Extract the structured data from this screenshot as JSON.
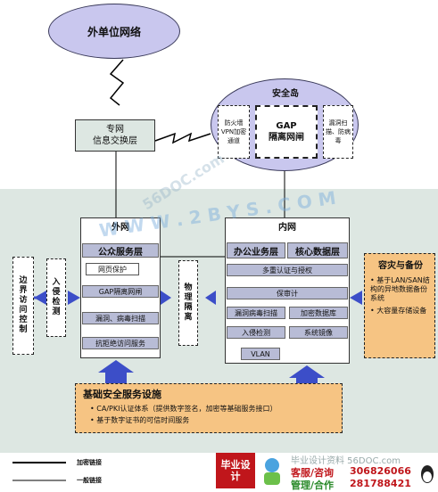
{
  "external_network": "外单位网络",
  "exchange_layer": "专网\n信息交换层",
  "security_island": {
    "title": "安全岛",
    "left": "防火墙VPN加密通道",
    "center": "GAP\n隔离网闸",
    "right": "漏洞扫描、防病毒"
  },
  "outer_net": {
    "title": "外网",
    "service_layer": "公众服务层",
    "rows": [
      "网页保护",
      "GAP隔离网闸",
      "漏洞、病毒扫描",
      "抗拒绝访问服务"
    ]
  },
  "inner_net": {
    "title": "内网",
    "office_layer": "办公业务层",
    "core_layer": "核心数据层",
    "row_auth": "多重认证与授权",
    "row_audit": "保审计",
    "row_virus": "漏洞病毒扫描",
    "row_encrypt": "加密数据库",
    "row_intrusion": "入侵检测",
    "row_mirror": "系统镜像",
    "row_vlan": "VLAN"
  },
  "side_boundary": "边界访问控制",
  "side_intrusion": "入侵检测",
  "side_physical": "物理隔离",
  "backup": {
    "title": "容灾与备份",
    "items": [
      "基于LAN/SAN结构的异地数据备份系统",
      "大容量存储设备"
    ]
  },
  "infrastructure": {
    "title": "基础安全服务设施",
    "items": [
      "CA/PKI认证体系（提供数字签名，加密等基础服务接口）",
      "基于数字证书的可信时间服务"
    ]
  },
  "legend": {
    "encrypted": "加密链接",
    "normal": "一般链接"
  },
  "watermark": "W W W . 2 B Y S . C O M",
  "watermark2": "56DOC.com",
  "footer": {
    "logo": "毕业设计",
    "site": "毕业设计资料 56DOC.com",
    "contact1_label": "客服/咨询",
    "contact1_number": "306826066",
    "contact2_label": "管理/合作",
    "contact2_number": "281788421"
  },
  "colors": {
    "ellipse": "#c9c7ee",
    "panel": "#dde7e2",
    "box": "#ffffff",
    "bar": "#b8bcd6",
    "backup": "#f6c483",
    "infra": "#f6c483",
    "arrow": "#3c4ec8"
  }
}
